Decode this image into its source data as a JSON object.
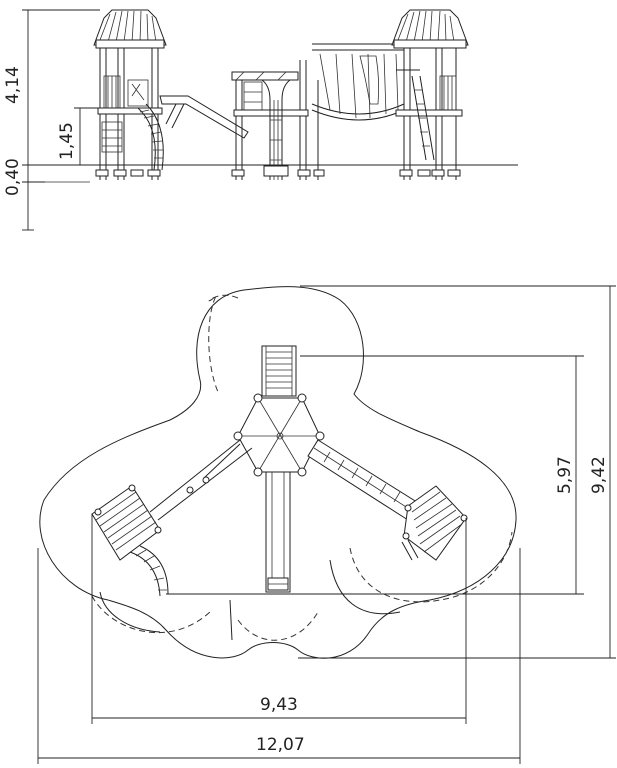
{
  "dimensions": {
    "height_total": "4,14",
    "height_platform": "1,45",
    "height_foundation": "0,40",
    "depth_inner": "5,97",
    "depth_total": "9,42",
    "width_inner": "9,43",
    "width_total": "12,07"
  }
}
